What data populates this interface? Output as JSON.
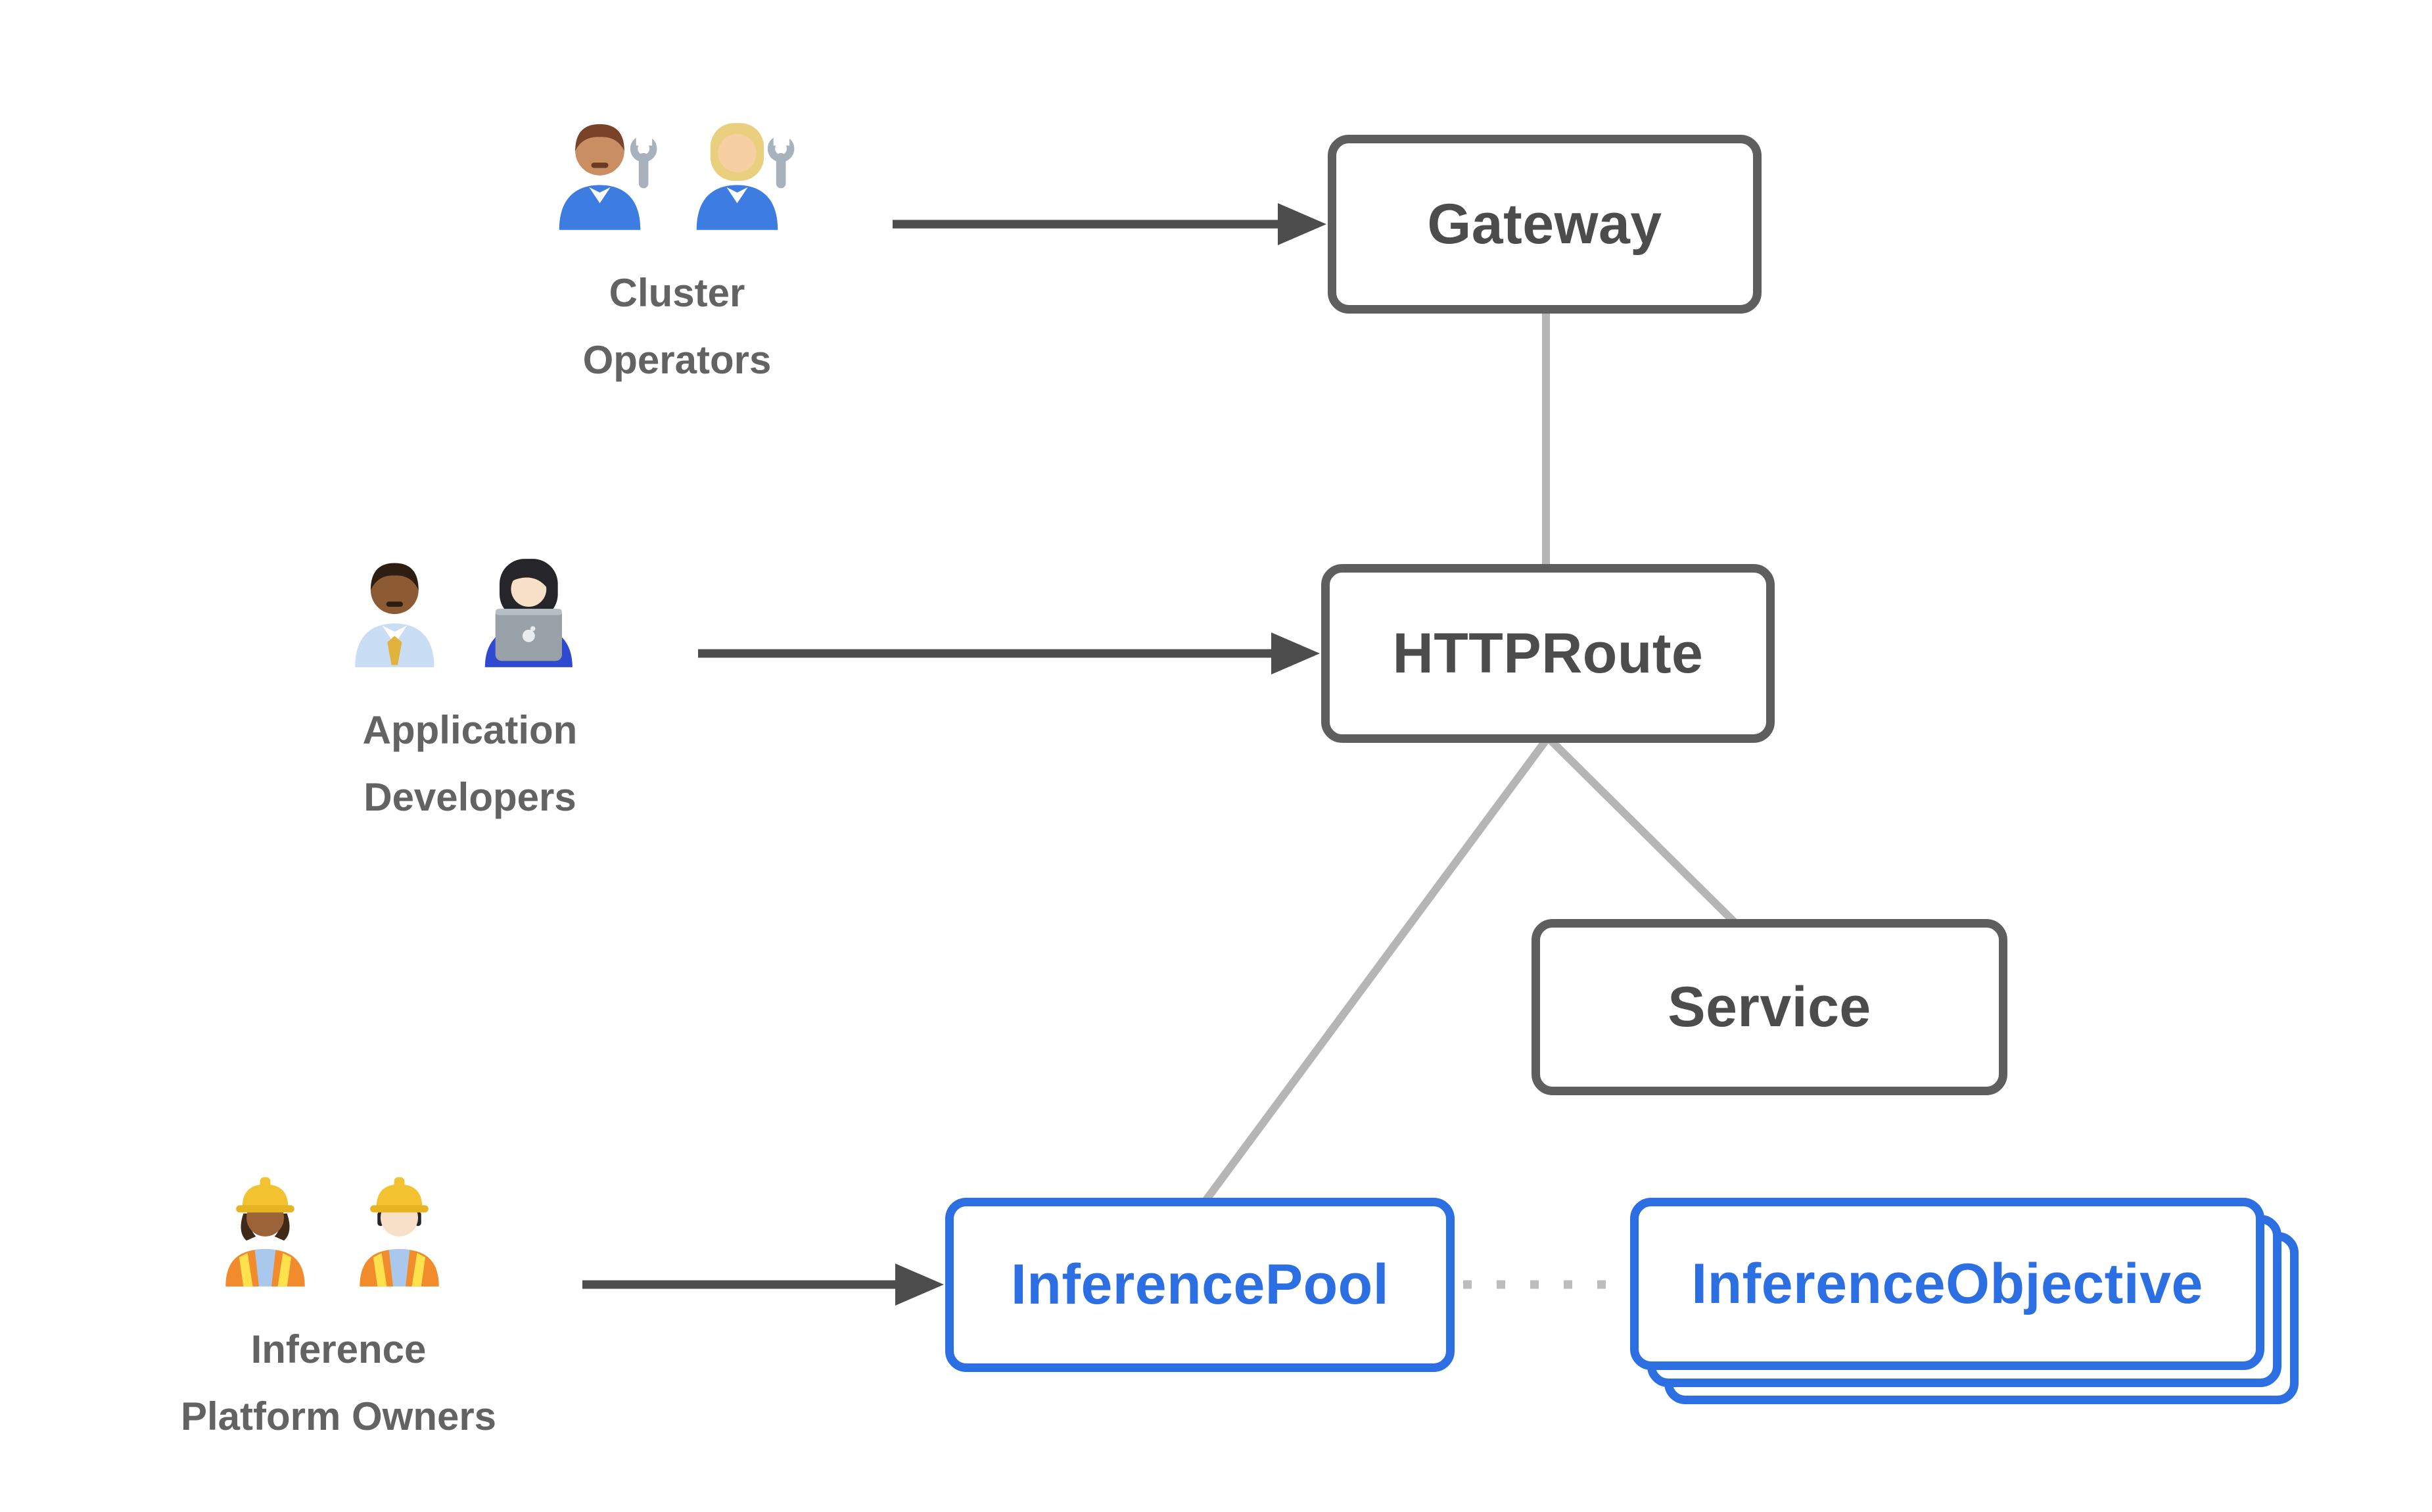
{
  "colors": {
    "background": "#ffffff",
    "box_border_gray": "#5e5e5e",
    "box_text_gray": "#4c4c4c",
    "accent_blue": "#2b6fe2",
    "actor_label_gray": "#636363",
    "connector_light_gray": "#b5b5b5",
    "arrow_dark_gray": "#4d4d4d",
    "dotted_gray": "#bdbdbd"
  },
  "actors": {
    "cluster_operators": {
      "line1": "Cluster",
      "line2": "Operators",
      "emojis": [
        "man-mechanic",
        "woman-mechanic"
      ]
    },
    "application_developers": {
      "line1": "Application",
      "line2": "Developers",
      "emojis": [
        "man-office-worker",
        "woman-technologist"
      ]
    },
    "inference_platform_owners": {
      "line1": "Inference",
      "line2": "Platform Owners",
      "emojis": [
        "woman-construction-worker",
        "man-construction-worker"
      ]
    }
  },
  "nodes": {
    "gateway": {
      "label": "Gateway",
      "style": "gray"
    },
    "httproute": {
      "label": "HTTPRoute",
      "style": "gray"
    },
    "service": {
      "label": "Service",
      "style": "gray"
    },
    "inference_pool": {
      "label": "InferencePool",
      "style": "blue"
    },
    "inference_objective": {
      "label": "InferenceObjective",
      "style": "blue-stacked"
    }
  },
  "edges": [
    {
      "from": "cluster-operators",
      "to": "gateway",
      "type": "solid-arrow"
    },
    {
      "from": "application-developers",
      "to": "httproute",
      "type": "solid-arrow"
    },
    {
      "from": "inference-platform-owners",
      "to": "inference-pool",
      "type": "solid-arrow"
    },
    {
      "from": "gateway",
      "to": "httproute",
      "type": "plain-line"
    },
    {
      "from": "httproute",
      "to": "inference-pool",
      "type": "plain-line"
    },
    {
      "from": "httproute",
      "to": "service",
      "type": "plain-line"
    },
    {
      "from": "inference-pool",
      "to": "inference-objective",
      "type": "dotted-line"
    }
  ]
}
